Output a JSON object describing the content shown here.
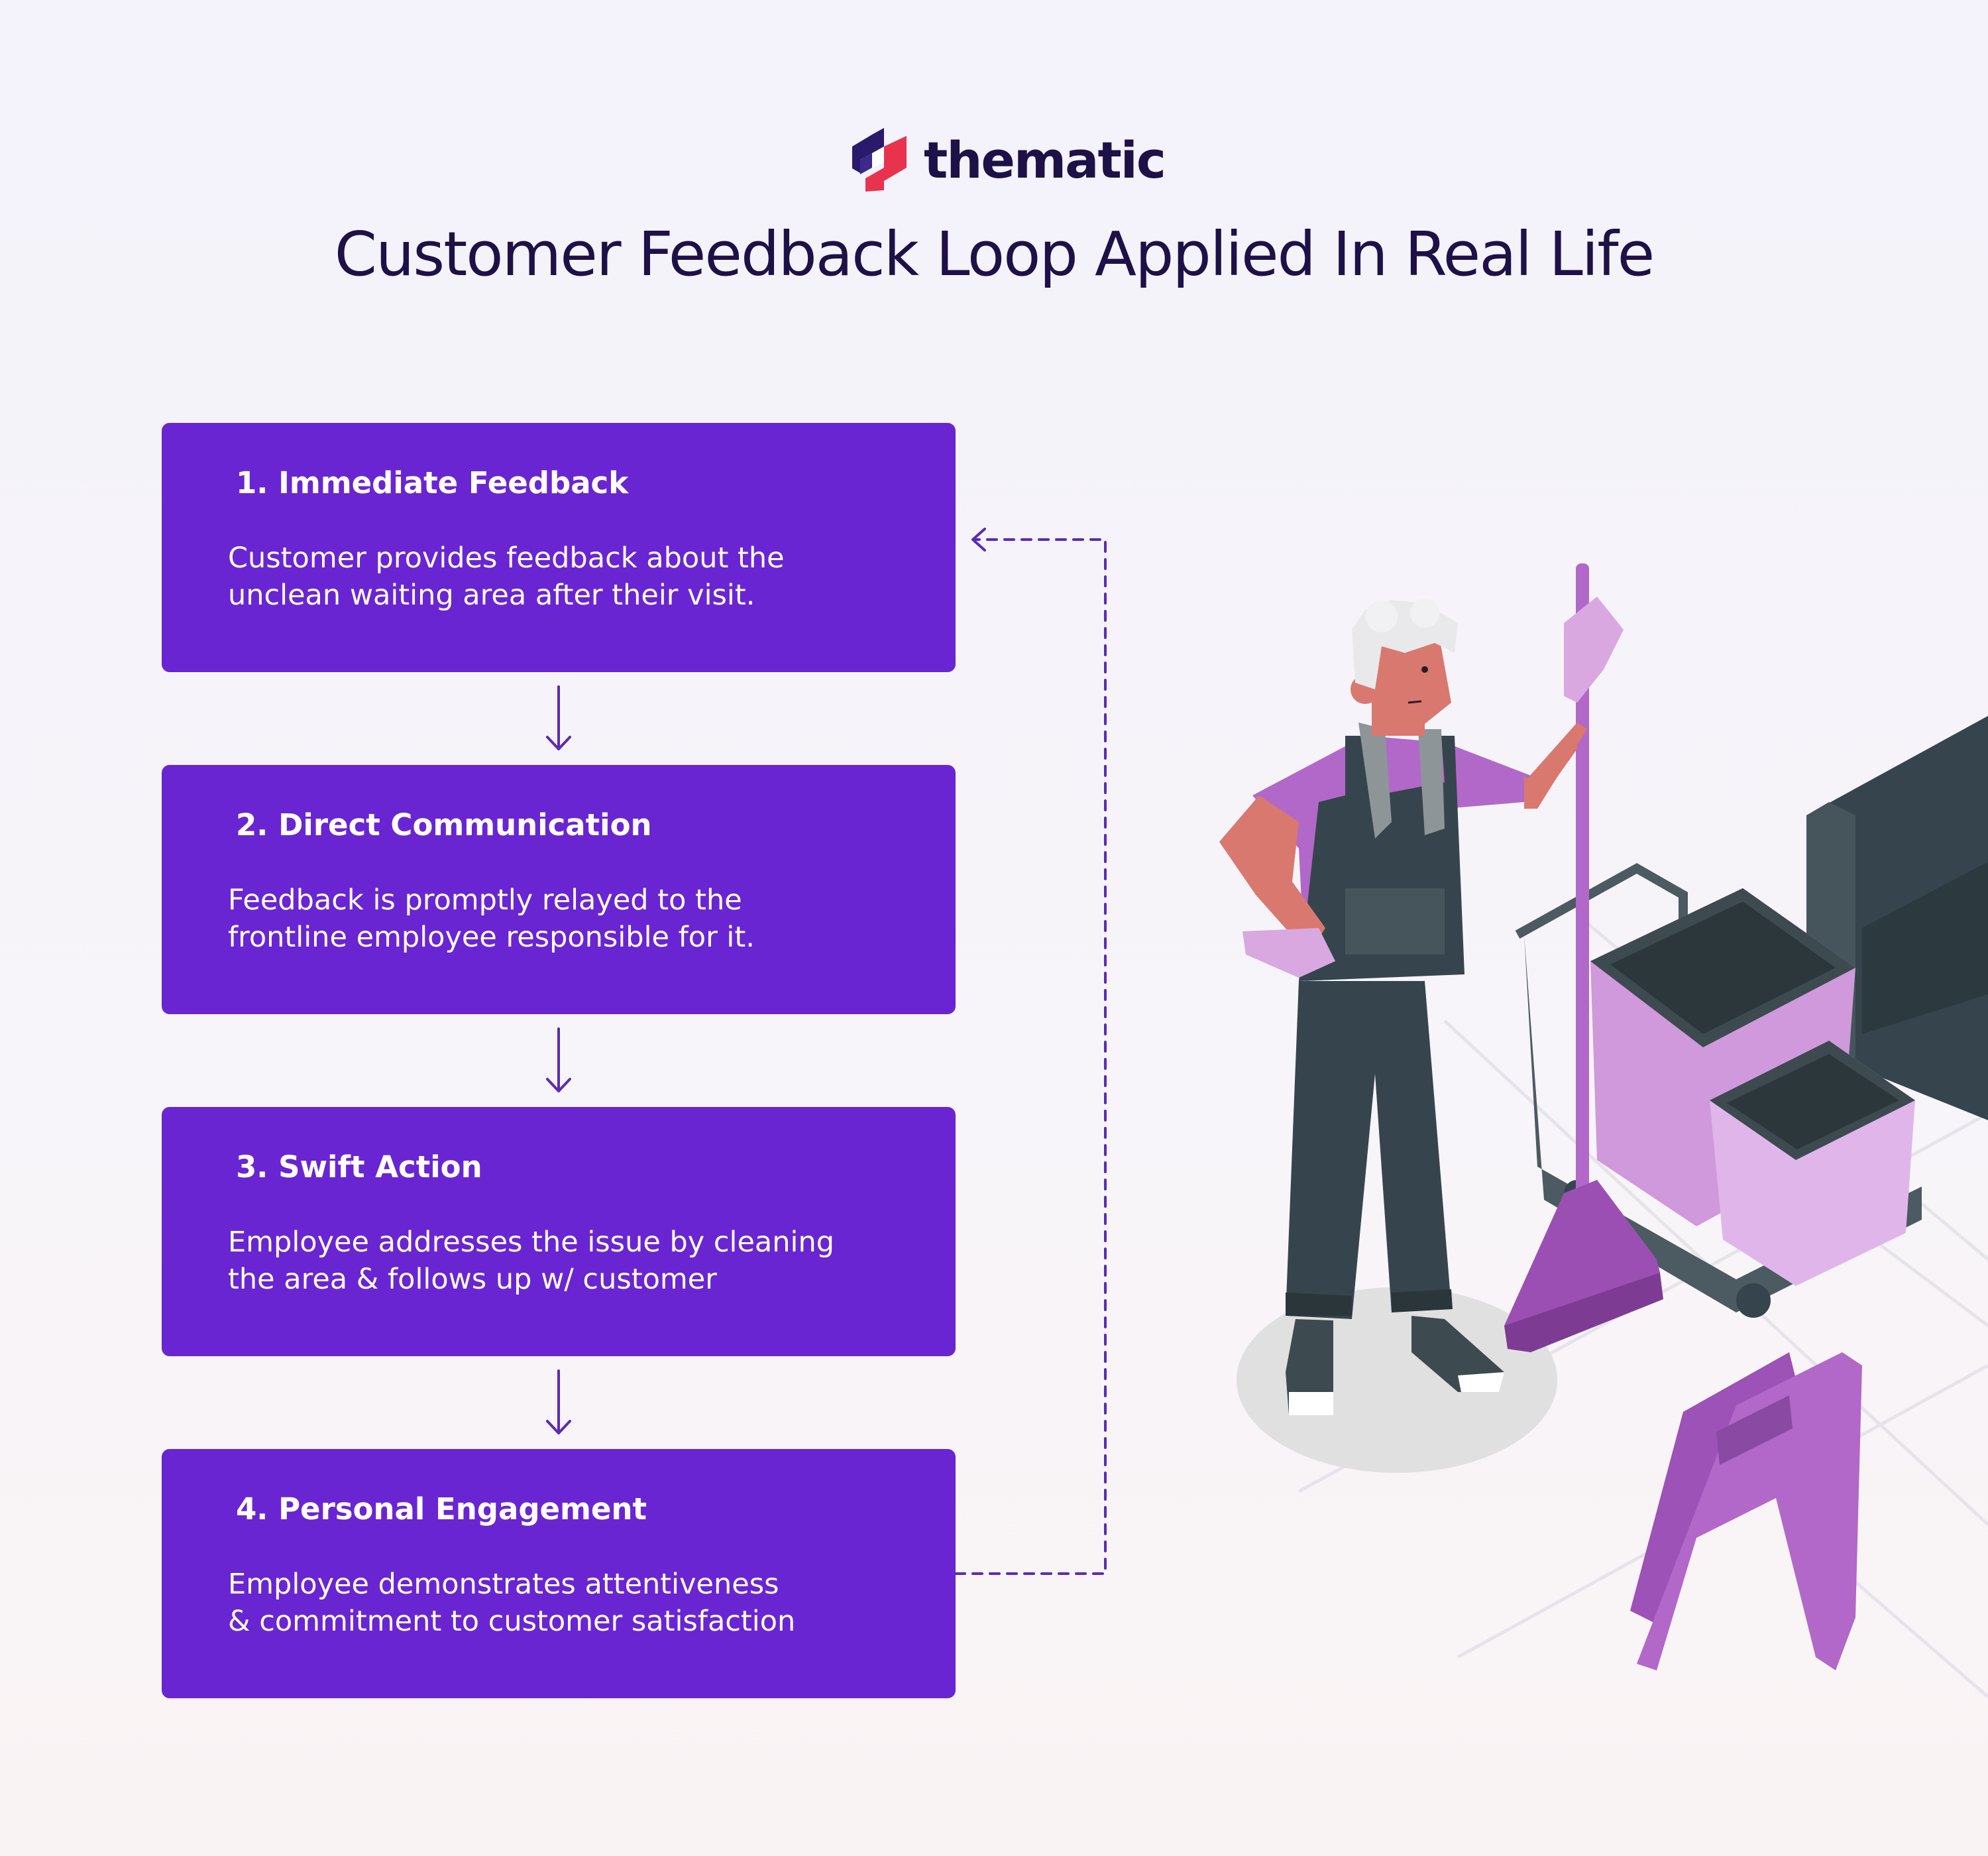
{
  "brand": {
    "name": "thematic"
  },
  "title": "Customer Feedback Loop Applied In Real Life",
  "steps": [
    {
      "title": "1. Immediate Feedback",
      "lines": [
        "Customer provides feedback about the",
        "unclean waiting area after their visit."
      ]
    },
    {
      "title": "2. Direct Communication",
      "lines": [
        "Feedback is promptly relayed to the",
        "frontline employee responsible for it."
      ]
    },
    {
      "title": "3. Swift Action",
      "lines": [
        "Employee addresses the issue by cleaning",
        "the area & follows up w/ customer"
      ]
    },
    {
      "title": "4. Personal Engagement",
      "lines": [
        "Employee demonstrates attentiveness",
        "& commitment to customer satisfaction"
      ]
    }
  ],
  "colors": {
    "box": "#6a25d2",
    "title_text": "#1d1147",
    "arrow": "#5b2bb5",
    "logo_navy": "#2b1a6b",
    "logo_red": "#e8334f",
    "illustration_purple": "#b268c8",
    "illustration_dark": "#3d4a50"
  }
}
